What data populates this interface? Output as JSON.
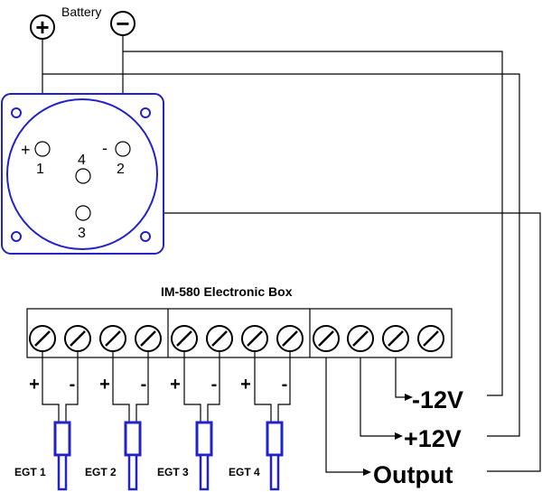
{
  "battery": {
    "label": "Battery",
    "plus": "+",
    "minus": "−"
  },
  "connector": {
    "pins": [
      {
        "number": "1",
        "sign": "+"
      },
      {
        "number": "2",
        "sign": "-"
      },
      {
        "number": "4",
        "sign": ""
      },
      {
        "number": "3",
        "sign": ""
      }
    ]
  },
  "box": {
    "title": "IM-580 Electronic Box",
    "channel_signs": [
      "+",
      "-",
      "+",
      "-",
      "+",
      "-",
      "+",
      "-"
    ]
  },
  "egt_labels": [
    "EGT 1",
    "EGT 2",
    "EGT 3",
    "EGT 4"
  ],
  "outputs": {
    "minus12": "-12V",
    "plus12": "+12V",
    "output": "Output"
  },
  "colors": {
    "connector_outline": "#2222cc",
    "probe_body": "#2222cc",
    "wire": "#000000"
  }
}
